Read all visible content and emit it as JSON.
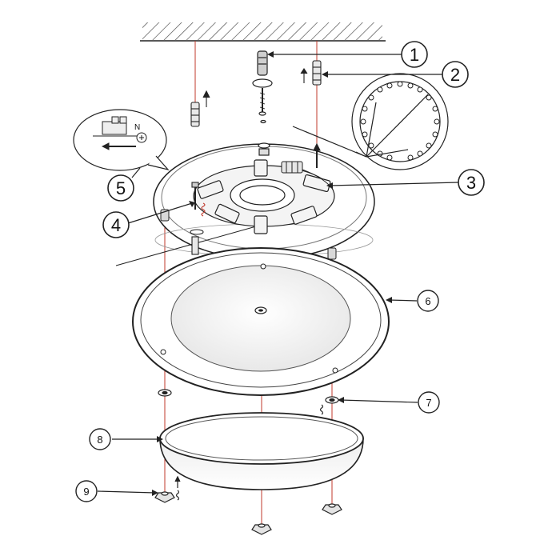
{
  "callouts": [
    {
      "id": "1",
      "label": "1"
    },
    {
      "id": "2",
      "label": "2"
    },
    {
      "id": "3",
      "label": "3"
    },
    {
      "id": "4",
      "label": "4"
    },
    {
      "id": "5",
      "label": "5"
    },
    {
      "id": "6",
      "label": "6"
    },
    {
      "id": "7",
      "label": "7"
    },
    {
      "id": "8",
      "label": "8"
    },
    {
      "id": "9",
      "label": "9"
    }
  ],
  "inset": {
    "compass_letter": "N"
  },
  "colors": {
    "line": "#222222",
    "guide": "#c0392b",
    "fill_light": "#f2f2f2",
    "fill_mid": "#dcdcdc"
  }
}
